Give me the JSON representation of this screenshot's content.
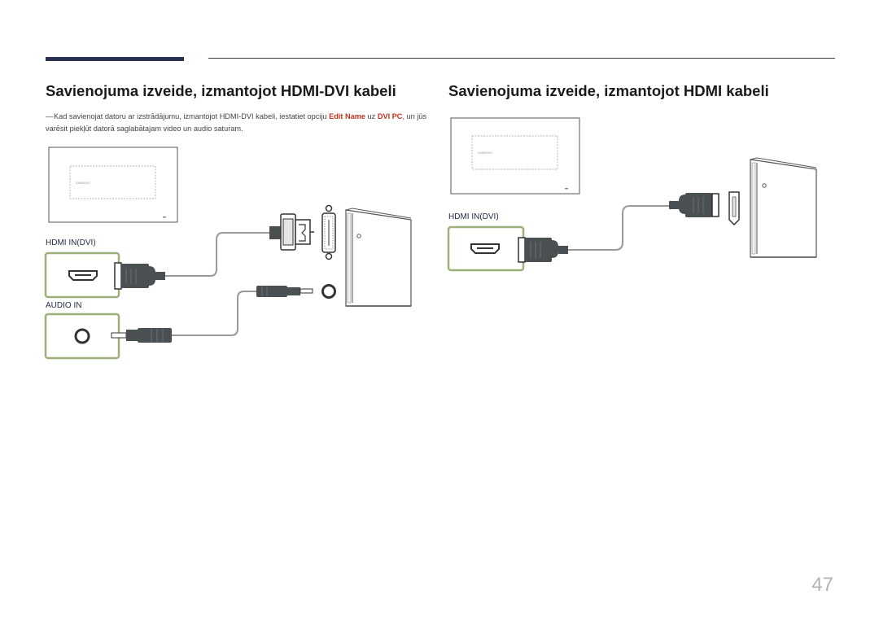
{
  "left_section": {
    "title": "Savienojuma izveide, izmantojot HDMI-DVI kabeli",
    "note": {
      "before": "Kad savienojat datoru ar izstrādājumu, izmantojot HDMI-DVI kabeli, iestatiet opciju ",
      "edit_name": "Edit Name",
      "middle": " uz ",
      "dvi_pc": "DVI PC",
      "after": ", un jūs varēsit piekļūt datorā saglabātajam video un audio saturam."
    },
    "port_hdmi": "HDMI IN(DVI)",
    "port_audio": "AUDIO IN",
    "monitor_brand": "SAMSUNG"
  },
  "right_section": {
    "title": "Savienojuma izveide, izmantojot HDMI kabeli",
    "port_hdmi": "HDMI IN(DVI)",
    "monitor_brand": "SAMSUNG"
  },
  "page_number": "47",
  "colors": {
    "accent_bar": "#283250",
    "highlight": "#c0341d",
    "port_frame": "#9bb07a",
    "connector": "#4a5052"
  }
}
